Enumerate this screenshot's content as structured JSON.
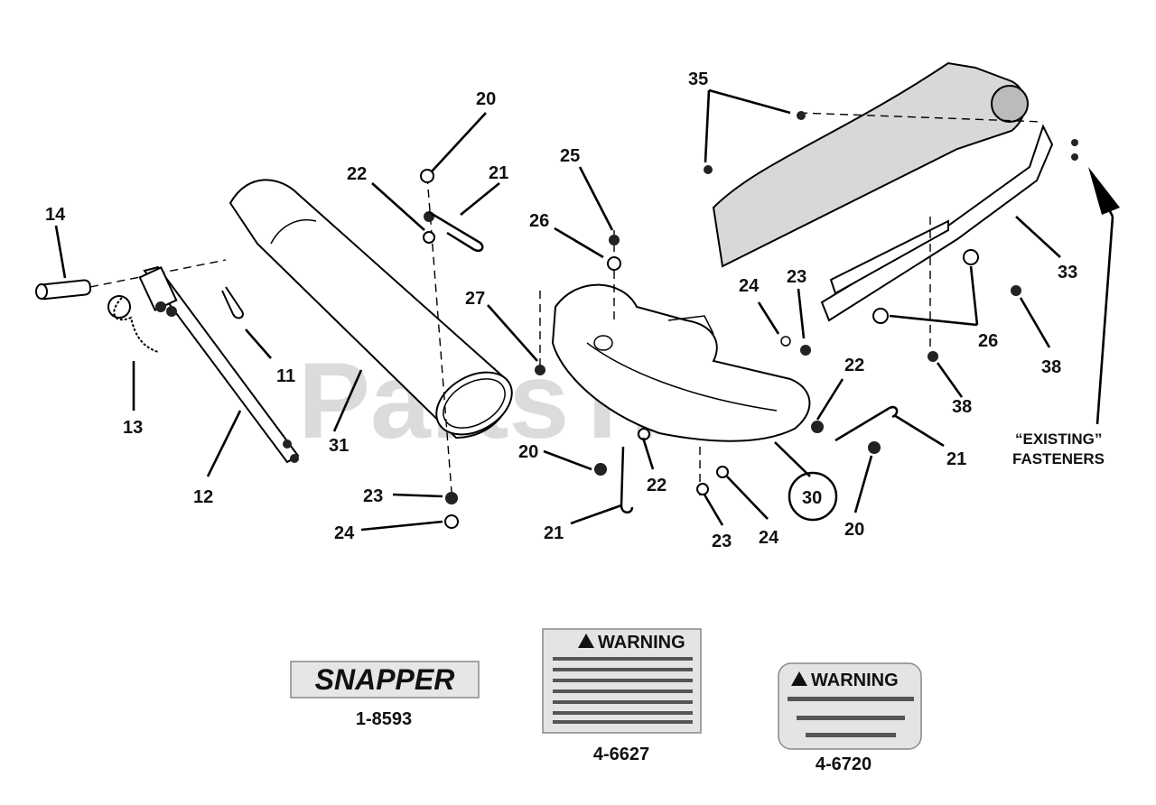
{
  "watermark": "PartsTree",
  "callouts": [
    {
      "id": "c14",
      "text": "14"
    },
    {
      "id": "c13",
      "text": "13"
    },
    {
      "id": "c12",
      "text": "12"
    },
    {
      "id": "c11",
      "text": "11"
    },
    {
      "id": "c31",
      "text": "31"
    },
    {
      "id": "c22a",
      "text": "22"
    },
    {
      "id": "c20a",
      "text": "20"
    },
    {
      "id": "c21a",
      "text": "21"
    },
    {
      "id": "c23a",
      "text": "23"
    },
    {
      "id": "c24a",
      "text": "24"
    },
    {
      "id": "c25",
      "text": "25"
    },
    {
      "id": "c26a",
      "text": "26"
    },
    {
      "id": "c27",
      "text": "27"
    },
    {
      "id": "c20b",
      "text": "20"
    },
    {
      "id": "c22b",
      "text": "22"
    },
    {
      "id": "c21b",
      "text": "21"
    },
    {
      "id": "c23b",
      "text": "23"
    },
    {
      "id": "c24b",
      "text": "24"
    },
    {
      "id": "c30",
      "text": "30"
    },
    {
      "id": "c22c",
      "text": "22"
    },
    {
      "id": "c21c",
      "text": "21"
    },
    {
      "id": "c20c",
      "text": "20"
    },
    {
      "id": "c35",
      "text": "35"
    },
    {
      "id": "c24c",
      "text": "24"
    },
    {
      "id": "c23c",
      "text": "23"
    },
    {
      "id": "c26b",
      "text": "26"
    },
    {
      "id": "c38a",
      "text": "38"
    },
    {
      "id": "c38b",
      "text": "38"
    },
    {
      "id": "c33",
      "text": "33"
    }
  ],
  "existing_fasteners": {
    "line1": "“EXISTING”",
    "line2": "FASTENERS"
  },
  "decals": [
    {
      "logo": "SNAPPER",
      "part_number": "1-8593"
    },
    {
      "heading": "WARNING",
      "part_number": "4-6627"
    },
    {
      "heading": "WARNING",
      "part_number": "4-6720"
    }
  ]
}
